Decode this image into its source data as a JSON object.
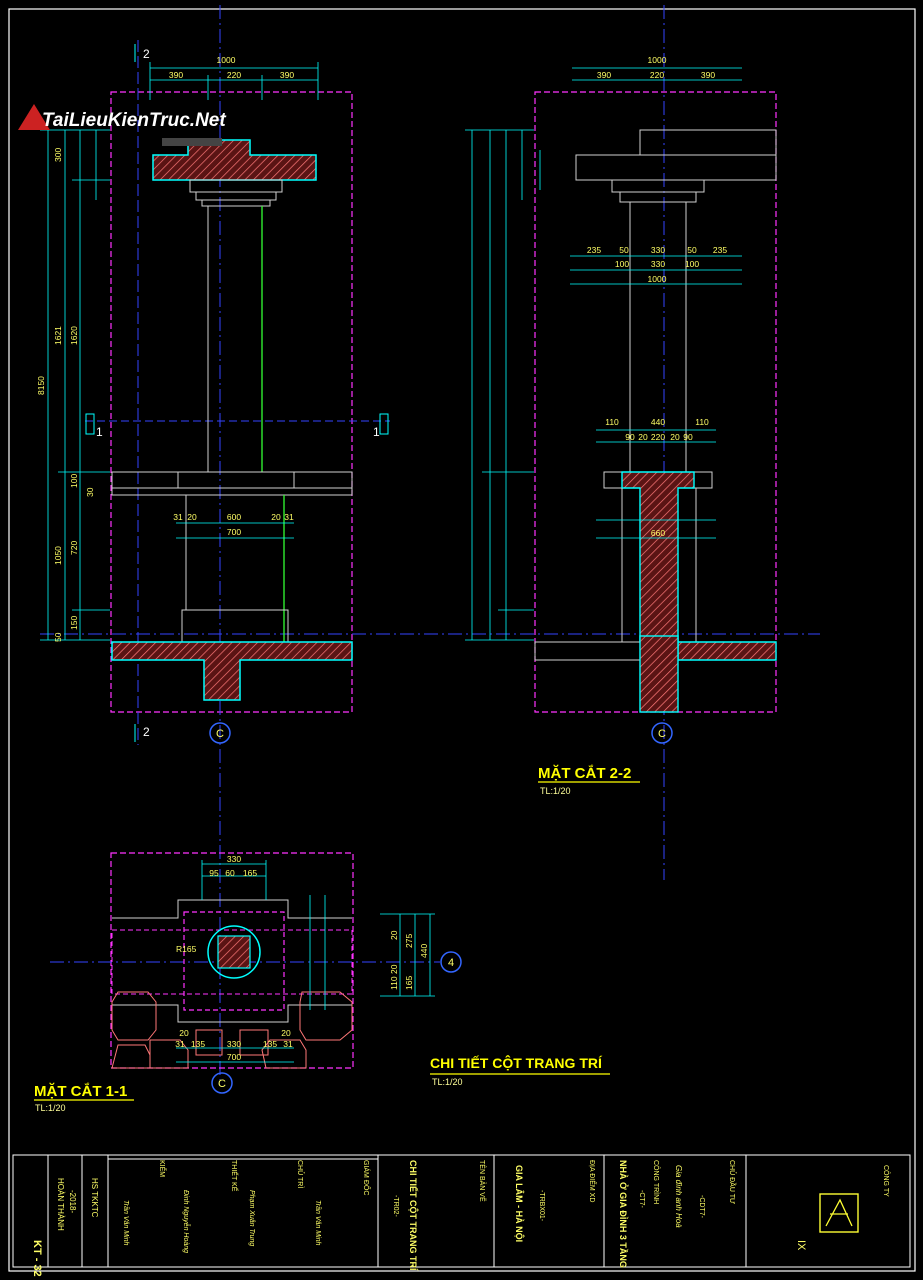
{
  "watermark": "TaiLieuKienTruc.Net",
  "elevation": {
    "top_dims": [
      "1000",
      "390",
      "220",
      "390"
    ],
    "left_dims": [
      "8150",
      "1621",
      "1620",
      "1050",
      "720",
      "300",
      "150",
      "100",
      "50",
      "30"
    ],
    "mid_dims": [
      "31",
      "20",
      "600",
      "20",
      "31",
      "700"
    ],
    "section_marker": "1",
    "cut_marker": "2",
    "grid_bubble": "C"
  },
  "section22": {
    "title": "MẶT CẮT 2-2",
    "scale": "TL:1/20",
    "top_dims": [
      "1000",
      "390",
      "220",
      "390"
    ],
    "cap_dims": [
      "235",
      "50",
      "330",
      "50",
      "235",
      "100",
      "330",
      "100",
      "1000"
    ],
    "mid_dims": [
      "110",
      "440",
      "110",
      "90",
      "20",
      "220",
      "20",
      "90",
      "660"
    ],
    "grid_bubble": "C"
  },
  "section11": {
    "title": "MẶT CẮT 1-1",
    "scale": "TL:1/20",
    "top_dims": [
      "330",
      "95",
      "60",
      "165"
    ],
    "right_dims": [
      "440",
      "275",
      "20",
      "20",
      "110",
      "165"
    ],
    "bottom_dims": [
      "20",
      "31",
      "135",
      "330",
      "135",
      "31",
      "20",
      "700"
    ],
    "radius": "R165",
    "grid_bubble": "C",
    "axis_bubble": "4"
  },
  "detail": {
    "title": "CHI TIẾT CỘT TRANG TRÍ",
    "scale": "TL:1/20"
  },
  "title_block": {
    "sheet_no": "KT - 32",
    "hoan_thanh": "HOÀN THÀNH",
    "year": "-2018-",
    "hs": "HS TKKTC",
    "kiem": "KIỂM",
    "kiem_name": "Trần Văn Minh",
    "thiet_ke": "THIẾT KẾ",
    "thiet_ke_name": "Đinh Nguyễn Hoàng",
    "chu_tri": "CHỦ TRÌ",
    "chu_tri_name": "Phạm Xuân Trung",
    "giam_doc": "GIÁM ĐỐC",
    "giam_doc_name": "Trần Văn Minh",
    "ten_ban_ve": "TÊN BẢN VẼ",
    "ban_ve": "CHI TIẾT CỘT TRANG TRÍ",
    "ban_ve_code": "-TR02-",
    "dia_diem": "ĐỊA ĐIỂM XD",
    "dia_diem_val": "GIA LÂM - HÀ NỘI",
    "dia_diem_code": "-TRBX01-",
    "cong_trinh": "CÔNG TRÌNH",
    "cong_trinh_val": "NHÀ Ở GIA ĐÌNH 3 TẦNG",
    "cong_trinh_code": "-CT7-",
    "chu_dau_tu": "CHỦ ĐẦU TƯ",
    "chu_dau_tu_val": "Gia đình anh Hoà",
    "chu_dau_tu_code": "-CDT7-",
    "cong_ty": "CÔNG TY",
    "cong_ty_code": "IX"
  }
}
